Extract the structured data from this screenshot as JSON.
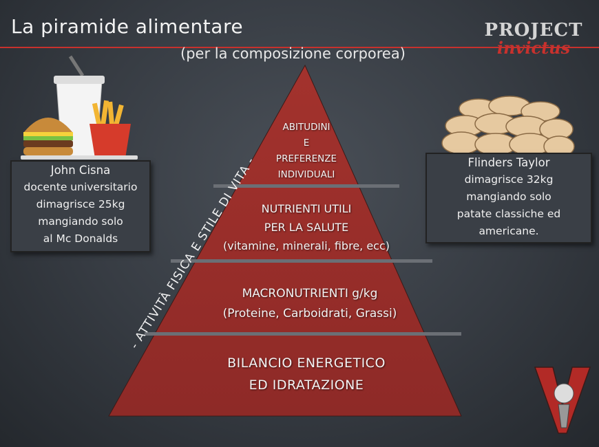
{
  "header": {
    "title": "La piramide alimentare",
    "subtitle": "(per la composizione corporea)"
  },
  "logo": {
    "line1": "PROJECT",
    "line2": "invictus",
    "mark": "V"
  },
  "left_card": {
    "name": "John Cisna",
    "lines": [
      "docente universitario",
      "dimagrisce 25kg",
      "mangiando solo",
      "al Mc Donalds"
    ]
  },
  "right_card": {
    "name": "Flinders Taylor",
    "lines": [
      "dimagrisce 32kg",
      "mangiando solo",
      "patate classiche ed",
      "americane."
    ]
  },
  "pyramid": {
    "side_label": "- ATTIVITÀ FISICA E STILE DI VITA -",
    "levels": [
      {
        "lines": [
          "ABITUDINI",
          "E",
          "PREFERENZE",
          "INDIVIDUALI"
        ]
      },
      {
        "lines": [
          "NUTRIENTI UTILI",
          "PER LA SALUTE",
          "(vitamine, minerali, fibre, ecc)"
        ]
      },
      {
        "lines": [
          "MACRONUTRIENTI g/kg",
          "(Proteine, Carboidrati, Grassi)"
        ]
      },
      {
        "lines": [
          "BILANCIO ENERGETICO",
          "ED IDRATAZIONE"
        ]
      }
    ]
  },
  "colors": {
    "accent": "#c8312d",
    "pyramid": "#9b2e2a",
    "band": "#6b6f75",
    "board": "#363b42"
  },
  "icons": [
    "burger-fries-drink-icon",
    "potatoes-icon",
    "invictus-mark-icon"
  ]
}
